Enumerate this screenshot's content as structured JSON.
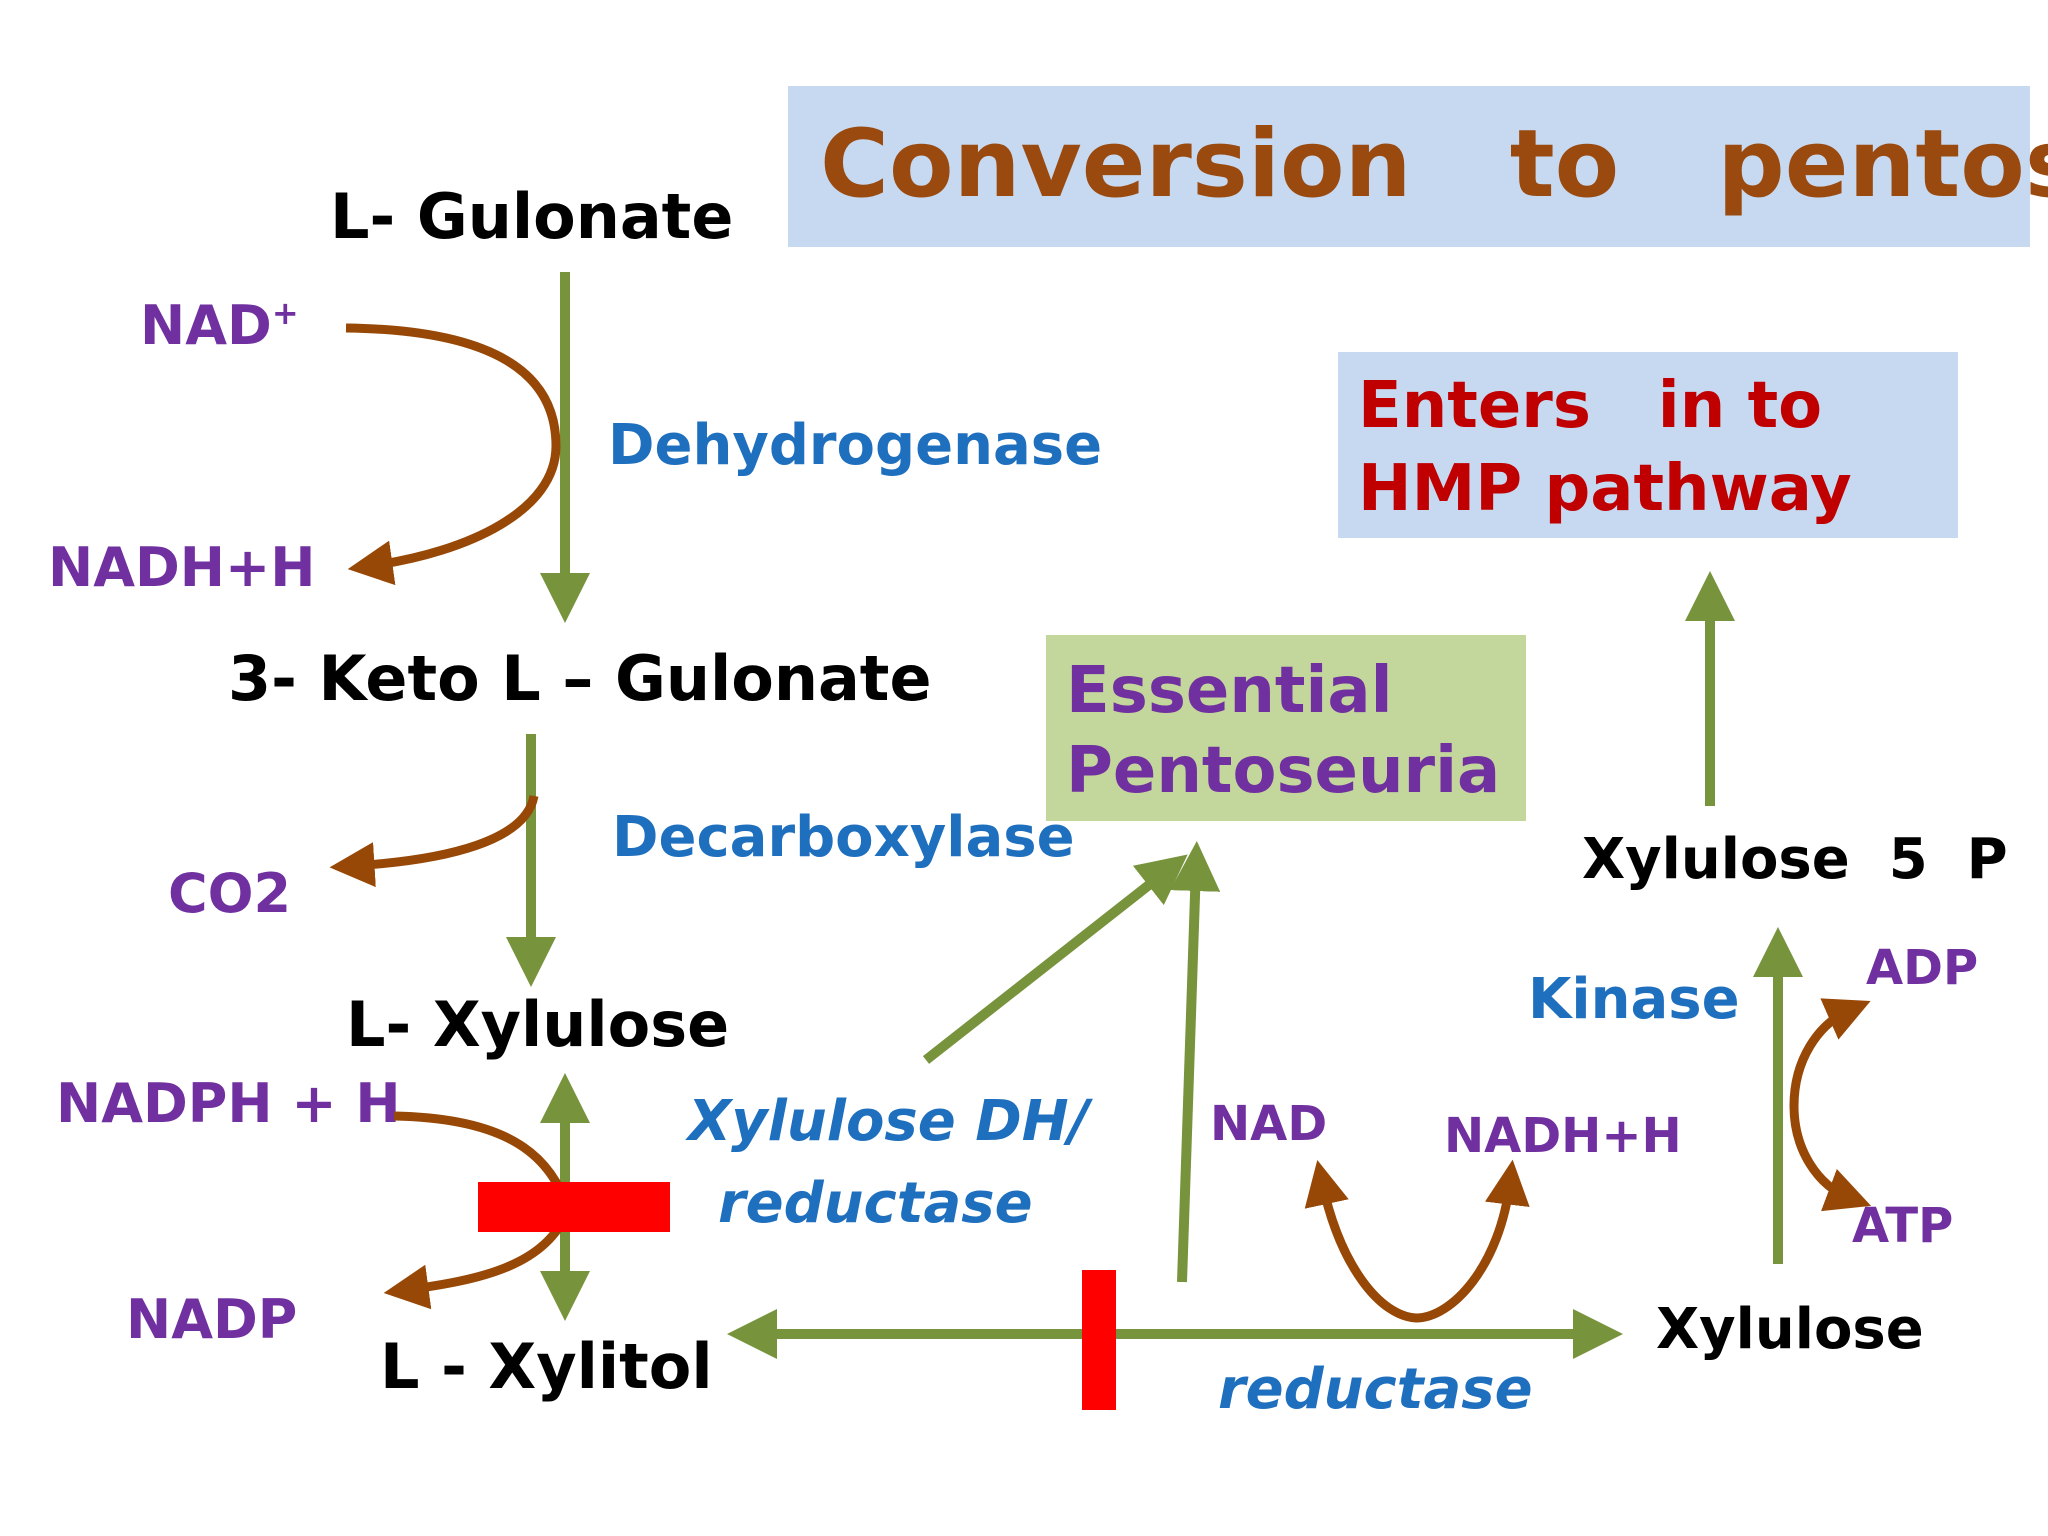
{
  "title": "Conversion   to   pentose",
  "hmp_box": {
    "line1": "Enters   in to",
    "line2": "HMP pathway"
  },
  "essential_box": {
    "line1": "Essential",
    "line2": "Pentoseuria"
  },
  "compounds": {
    "l_gulonate": "L- Gulonate",
    "keto_gulonate": "3- Keto L – Gulonate",
    "l_xylulose": "L- Xylulose",
    "l_xylitol": "L - Xylitol",
    "xylulose": "Xylulose",
    "xylulose_5p": "Xylulose  5  P"
  },
  "cofactors": {
    "nad_plus": "NAD",
    "nad_plus_sup": "+",
    "nadh_h_1": "NADH+H",
    "co2": "CO2",
    "nadph_h": "NADPH + H",
    "nadp": "NADP",
    "nad": "NAD",
    "nadh_h_2": "NADH+H",
    "adp": "ADP",
    "atp": "ATP"
  },
  "enzymes": {
    "dehydrogenase": "Dehydrogenase",
    "decarboxylase": "Decarboxylase",
    "xylulose_dh_line1": "Xylulose DH/",
    "xylulose_dh_line2": "reductase",
    "reductase": "reductase",
    "kinase": "Kinase"
  },
  "colors": {
    "pathway_arrow": "#77933c",
    "cofactor_arrow": "#974806",
    "block": "#ff0000",
    "title_box": "#c6d9f1",
    "essential_box": "#c3d69b",
    "title_text": "#9a4a0f",
    "hmp_text": "#c00000",
    "cofactor_text": "#7030a0",
    "enzyme_text": "#1f6fbf"
  }
}
